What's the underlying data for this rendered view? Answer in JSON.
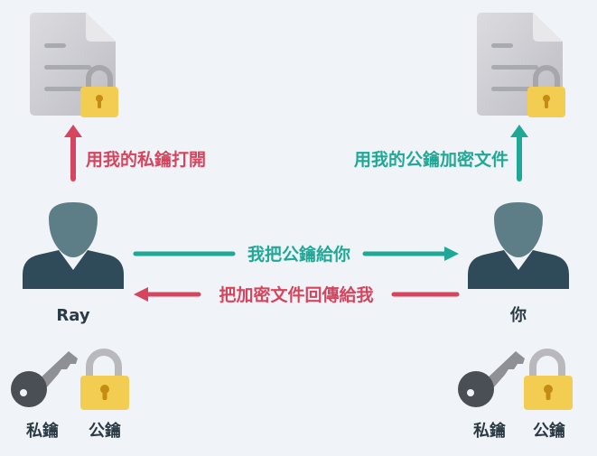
{
  "colors": {
    "red": "#d6455e",
    "teal": "#20a896",
    "person_head": "#5d7e87",
    "person_body": "#2f4b5a",
    "doc": "#c9c9cf",
    "lock_body": "#f3cd52",
    "key": "#8e9095",
    "text": "#2b3a44"
  },
  "left": {
    "name": "Ray",
    "open_label": "用我的私鑰打開",
    "private_key_label": "私鑰",
    "public_key_label": "公鑰"
  },
  "right": {
    "name": "你",
    "encrypt_label": "用我的公鑰加密文件",
    "private_key_label": "私鑰",
    "public_key_label": "公鑰"
  },
  "arrows": {
    "send_key": "我把公鑰給你",
    "return_file": "把加密文件回傳給我"
  }
}
